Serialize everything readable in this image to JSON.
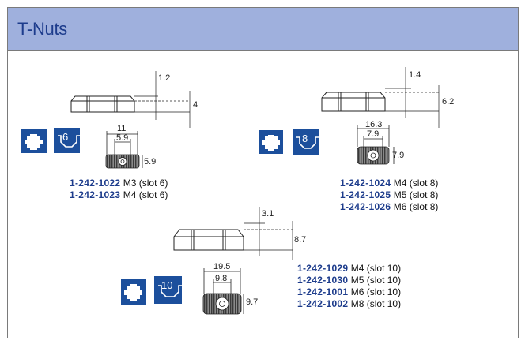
{
  "header": {
    "title": "T-Nuts"
  },
  "nut_slot6": {
    "dims": {
      "top_gap": "1.2",
      "height": "4",
      "width": "11",
      "inner": "5.9",
      "side": "5.9"
    },
    "slot_number": "6",
    "parts": [
      {
        "code": "1-242-1022",
        "desc": "M3 (slot 6)"
      },
      {
        "code": "1-242-1023",
        "desc": "M4 (slot 6)"
      }
    ]
  },
  "nut_slot8": {
    "dims": {
      "top_gap": "1.4",
      "height": "6.2",
      "width": "16.3",
      "inner": "7.9",
      "side": "7.9"
    },
    "slot_number": "8",
    "parts": [
      {
        "code": "1-242-1024",
        "desc": "M4 (slot 8)"
      },
      {
        "code": "1-242-1025",
        "desc": "M5 (slot 8)"
      },
      {
        "code": "1-242-1026",
        "desc": "M6 (slot 8)"
      }
    ]
  },
  "nut_slot10": {
    "dims": {
      "top_gap": "3.1",
      "height": "8.7",
      "width": "19.5",
      "inner": "9.8",
      "side": "9.7"
    },
    "slot_number": "10",
    "parts": [
      {
        "code": "1-242-1029",
        "desc": "M4 (slot 10)"
      },
      {
        "code": "1-242-1030",
        "desc": "M5 (slot 10)"
      },
      {
        "code": "1-242-1001",
        "desc": "M6 (slot 10)"
      },
      {
        "code": "1-242-1002",
        "desc": "M8 (slot 10)"
      }
    ]
  },
  "colors": {
    "header_bg": "#9fb0dd",
    "title": "#1d3c8c",
    "icon_blue": "#1c4f9c"
  },
  "icons": {
    "profile": "profile-cross-icon",
    "slot": "slot-profile-icon"
  }
}
